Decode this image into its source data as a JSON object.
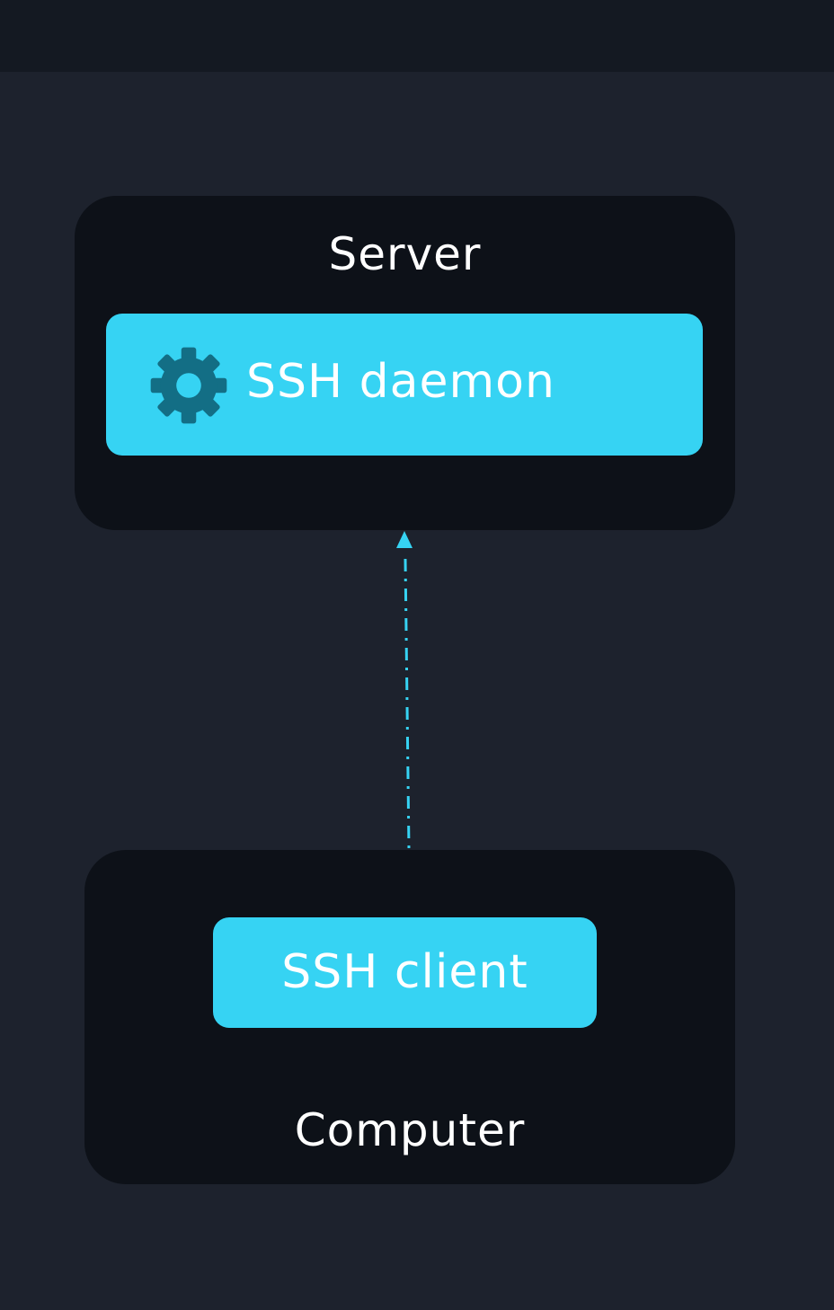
{
  "diagram": {
    "server": {
      "title": "Server",
      "process_label": "SSH daemon",
      "process_icon": "gear-icon"
    },
    "computer": {
      "title": "Computer",
      "process_label": "SSH client"
    },
    "connection": {
      "from": "SSH client",
      "to": "SSH daemon",
      "style": "dash-dot",
      "direction": "up"
    }
  },
  "colors": {
    "background": "#1d222d",
    "top_bar": "#141922",
    "node_fill": "#0d1118",
    "accent": "#36d3f3",
    "gear": "#136e85",
    "text": "#ffffff"
  }
}
